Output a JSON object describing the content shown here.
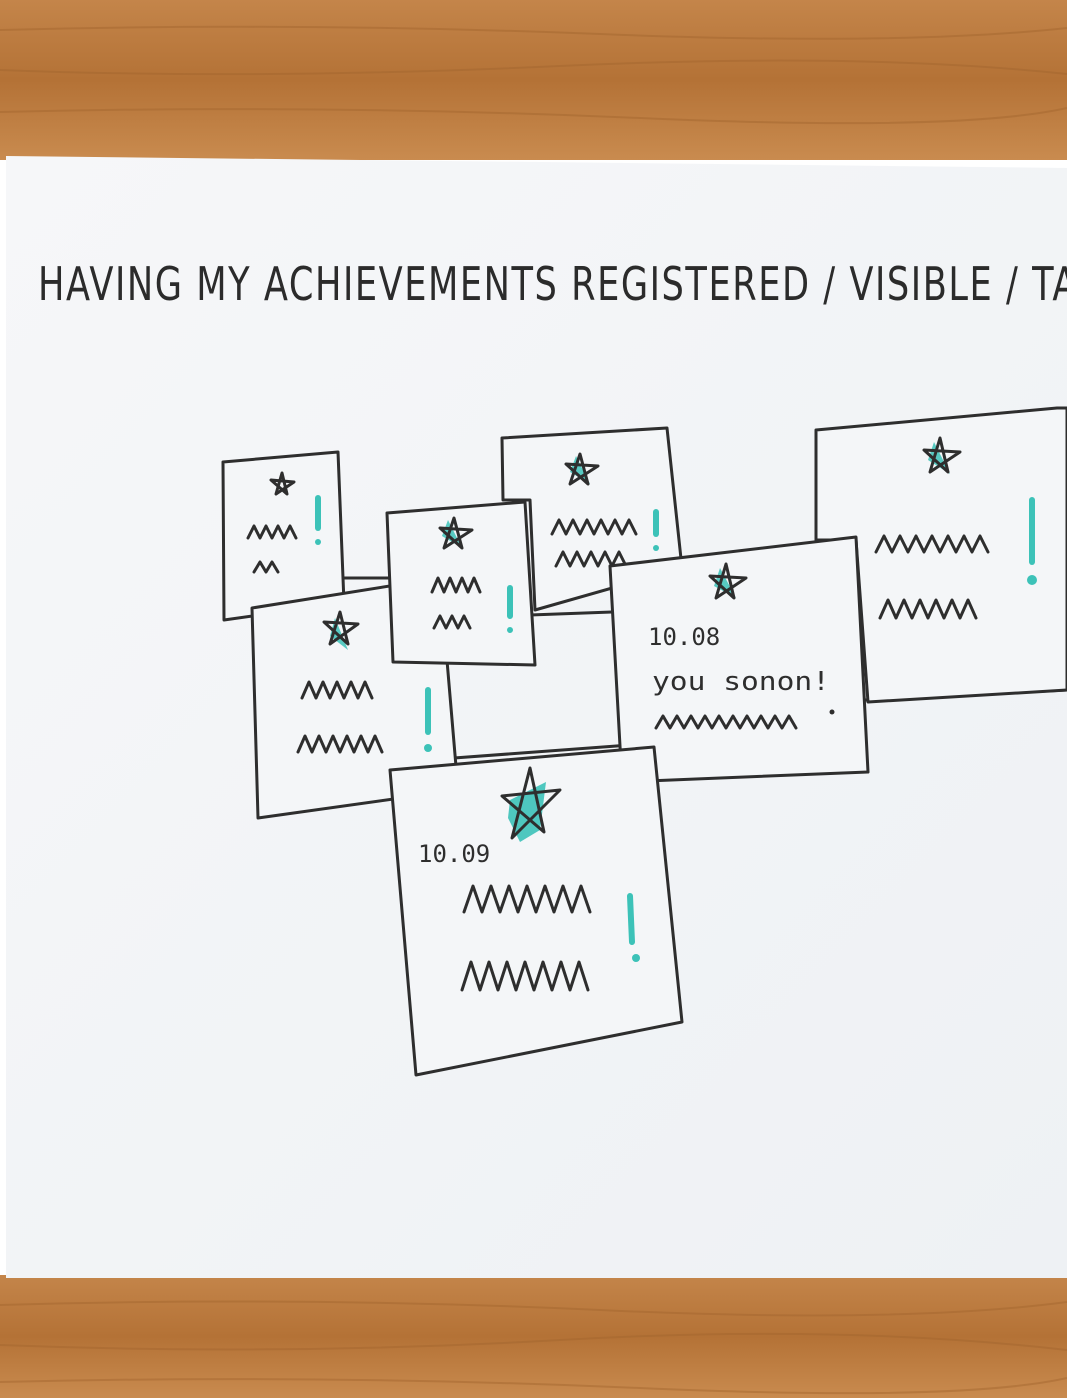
{
  "sketch": {
    "title": "HAVING MY ACHIEVEMENTS REGISTERED / VISIBLE / TA",
    "cards": [
      {
        "date": "10.08",
        "note": "you sonon!"
      },
      {
        "date": "10.09"
      }
    ]
  },
  "colors": {
    "table_wood": "#b9793a",
    "paper": "#f4f6f8",
    "ink": "#2e2e2e",
    "highlight": "#3cc2b8"
  }
}
